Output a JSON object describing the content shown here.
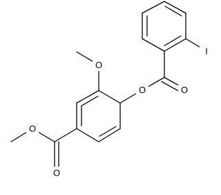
{
  "diagram": {
    "type": "chemical-structure",
    "name": "",
    "atom_labels": {
      "iodine": "I",
      "ester_carbonyl_oxygen": "O",
      "ester_bridge_oxygen": "O",
      "methoxy_oxygen": "O",
      "methyl_ester_single_oxygen": "O",
      "methyl_ester_carbonyl_oxygen": "O"
    }
  }
}
